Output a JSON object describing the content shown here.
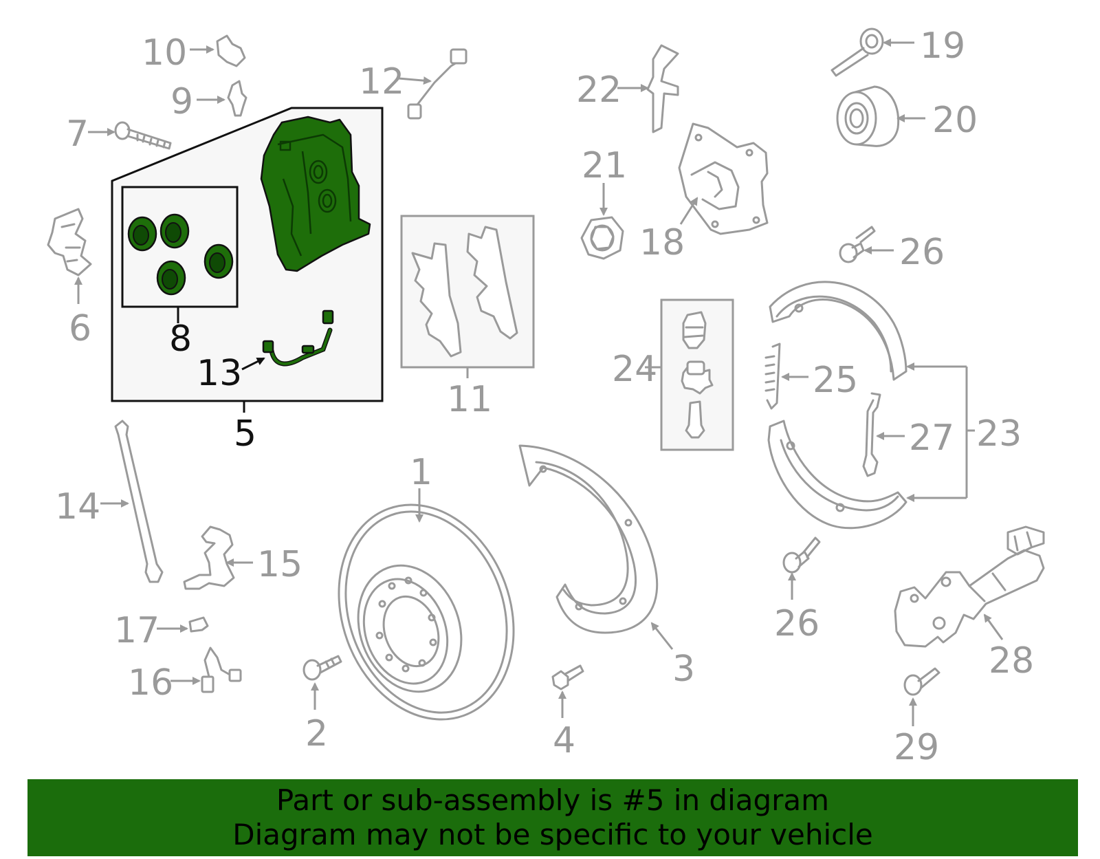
{
  "colors": {
    "highlight": "#1e6e0a",
    "banner": "#1b6d0c",
    "parts": "#9a9a9a",
    "box_fill": "#f7f7f7"
  },
  "labels": {
    "l1": "1",
    "l2": "2",
    "l3": "3",
    "l4": "4",
    "l5": "5",
    "l6": "6",
    "l7": "7",
    "l8": "8",
    "l9": "9",
    "l10": "10",
    "l11": "11",
    "l12": "12",
    "l13": "13",
    "l14": "14",
    "l15": "15",
    "l16": "16",
    "l17": "17",
    "l18": "18",
    "l19": "19",
    "l20": "20",
    "l21": "21",
    "l22": "22",
    "l23": "23",
    "l24": "24",
    "l25": "25",
    "l26a": "26",
    "l26b": "26",
    "l27": "27",
    "l28": "28",
    "l29": "29"
  },
  "banner": {
    "line1": "Part or sub-assembly is #5 in diagram",
    "line2": "Diagram may not be specific to your vehicle"
  }
}
